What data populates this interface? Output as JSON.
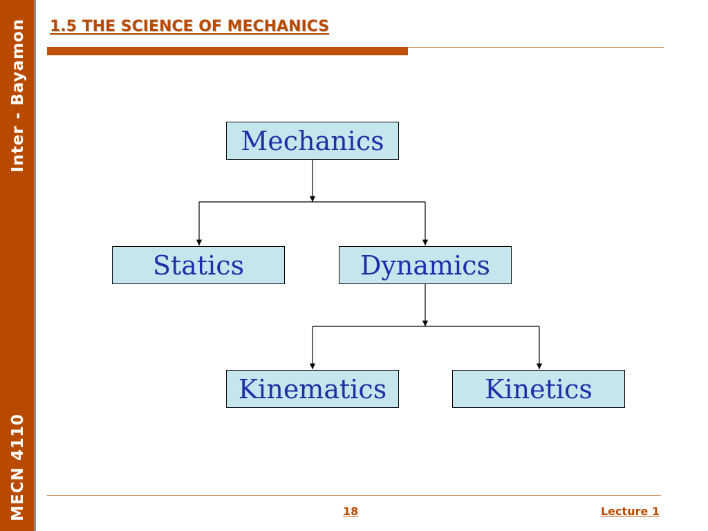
{
  "sidebar": {
    "top_text": "Inter - Bayamon",
    "bottom_text": "MECN 4110"
  },
  "slide": {
    "title": "1.5 THE SCIENCE OF MECHANICS"
  },
  "diagram": {
    "nodes": {
      "mechanics": "Mechanics",
      "statics": "Statics",
      "dynamics": "Dynamics",
      "kinematics": "Kinematics",
      "kinetics": "Kinetics"
    },
    "edges": [
      [
        "mechanics",
        "statics"
      ],
      [
        "mechanics",
        "dynamics"
      ],
      [
        "dynamics",
        "kinematics"
      ],
      [
        "dynamics",
        "kinetics"
      ]
    ]
  },
  "footer": {
    "page_number": "18",
    "lecture": "Lecture 1"
  },
  "colors": {
    "accent": "#b84a00",
    "node_fill": "#c5e6ec",
    "node_text": "#1f2fa8"
  }
}
